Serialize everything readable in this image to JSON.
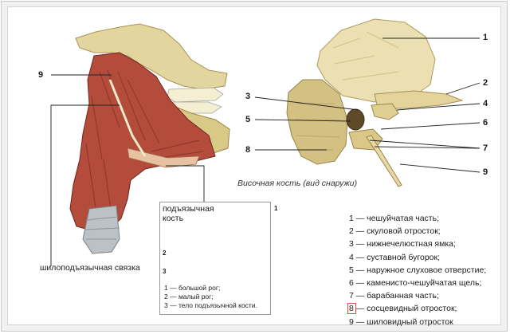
{
  "temporal_bone": {
    "caption": "Височная кость (вид снаружи)",
    "callouts": [
      "1",
      "2",
      "4",
      "6",
      "7",
      "3",
      "5",
      "8",
      "9"
    ]
  },
  "neck": {
    "callout_number": "9",
    "ligament_label": "шилоподъязычная связка"
  },
  "hyoid_inset": {
    "title_line1": "подъязычная",
    "title_line2": "кость",
    "callouts": [
      "1",
      "2",
      "3"
    ],
    "legend": [
      "1 — большой рог;",
      "2 — малый рог;",
      "3 — тело подъязычной кости."
    ]
  },
  "legend": [
    {
      "num": "1",
      "text": "— чешуйчатая часть;"
    },
    {
      "num": "2",
      "text": "— скуловой отросток;"
    },
    {
      "num": "3",
      "text": "— нижнечелюстная ямка;"
    },
    {
      "num": "4",
      "text": "— суставной бугорок;"
    },
    {
      "num": "5",
      "text": "— наружное слуховое отверстие;"
    },
    {
      "num": "6",
      "text": "— каменисто-чешуйчатая щель;"
    },
    {
      "num": "7",
      "text": "— барабанная часть;"
    },
    {
      "num": "8",
      "text": "— сосцевидный отросток;"
    },
    {
      "num": "9",
      "text": "— шиловидный отросток"
    }
  ],
  "colors": {
    "bone": "#e8dcac",
    "bone_shade": "#cbb878",
    "muscle": "#b24a3a",
    "muscle_dark": "#7d2a22",
    "cartilage": "#b9bec3",
    "highlight_box": "#e14b4b"
  }
}
